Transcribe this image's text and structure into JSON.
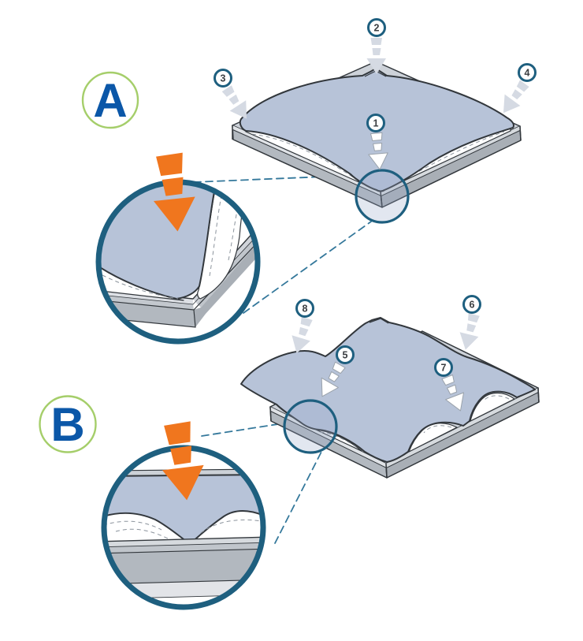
{
  "diagram": {
    "subject": "Two-part instructional illustration (A and B) showing a cover sheet being pressed down over a mattress platform, each with a magnified detail circle",
    "sections": {
      "a": {
        "label": "A",
        "steps": [
          "1",
          "2",
          "3",
          "4"
        ],
        "detail": "corner press-down detail"
      },
      "b": {
        "label": "B",
        "steps": [
          "5",
          "6",
          "7",
          "8"
        ],
        "detail": "edge press-down detail"
      }
    },
    "icons": {
      "press_arrow": "orange-press-down-arrow-icon",
      "step_arrow_gray": "gray-segmented-down-arrow-icon",
      "step_arrow_white": "white-segmented-down-arrow-icon",
      "magnifier": "magnifier-detail-circle-icon"
    },
    "colors": {
      "sheet_blue": "#b7c3d8",
      "outline_dark": "#32373c",
      "teal_ring": "#1e5f7f",
      "connector_teal": "#34789b",
      "press_orange": "#f0761e",
      "label_green": "#a5ce6a",
      "label_blue": "#0b57a8",
      "arrow_gray": "#d5dae3",
      "platform_gray": "#b2b8bf",
      "platform_light": "#cdd2d9"
    }
  }
}
